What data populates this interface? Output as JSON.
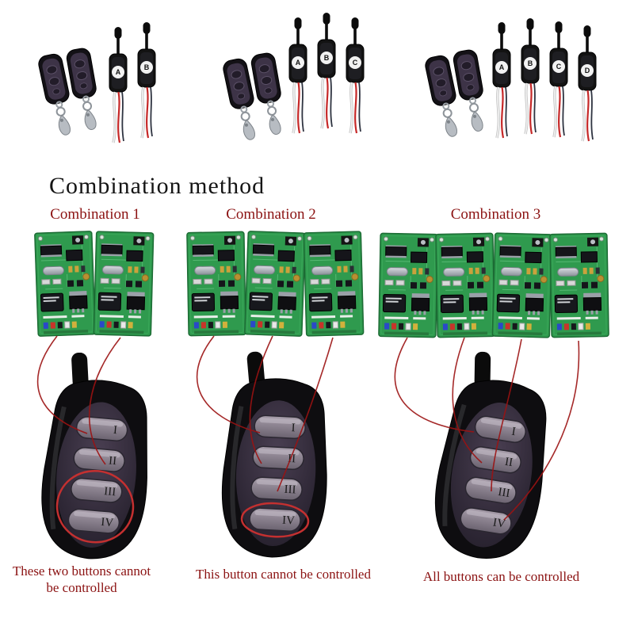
{
  "title": "Combination method",
  "kits": [
    {
      "receivers": [
        "A",
        "B"
      ]
    },
    {
      "receivers": [
        "A",
        "B",
        "C"
      ]
    },
    {
      "receivers": [
        "A",
        "B",
        "C",
        "D"
      ]
    }
  ],
  "combinations": [
    {
      "label": "Combination 1",
      "caption": "These two buttons cannot be controlled"
    },
    {
      "label": "Combination 2",
      "caption": "This button cannot be controlled"
    },
    {
      "label": "Combination 3",
      "caption": "All buttons can be controlled"
    }
  ],
  "remote_buttons": [
    "I",
    "II",
    "III",
    "IV"
  ],
  "colors": {
    "accent_red": "#8b1212",
    "pcb_green": "#2f9a4e"
  }
}
